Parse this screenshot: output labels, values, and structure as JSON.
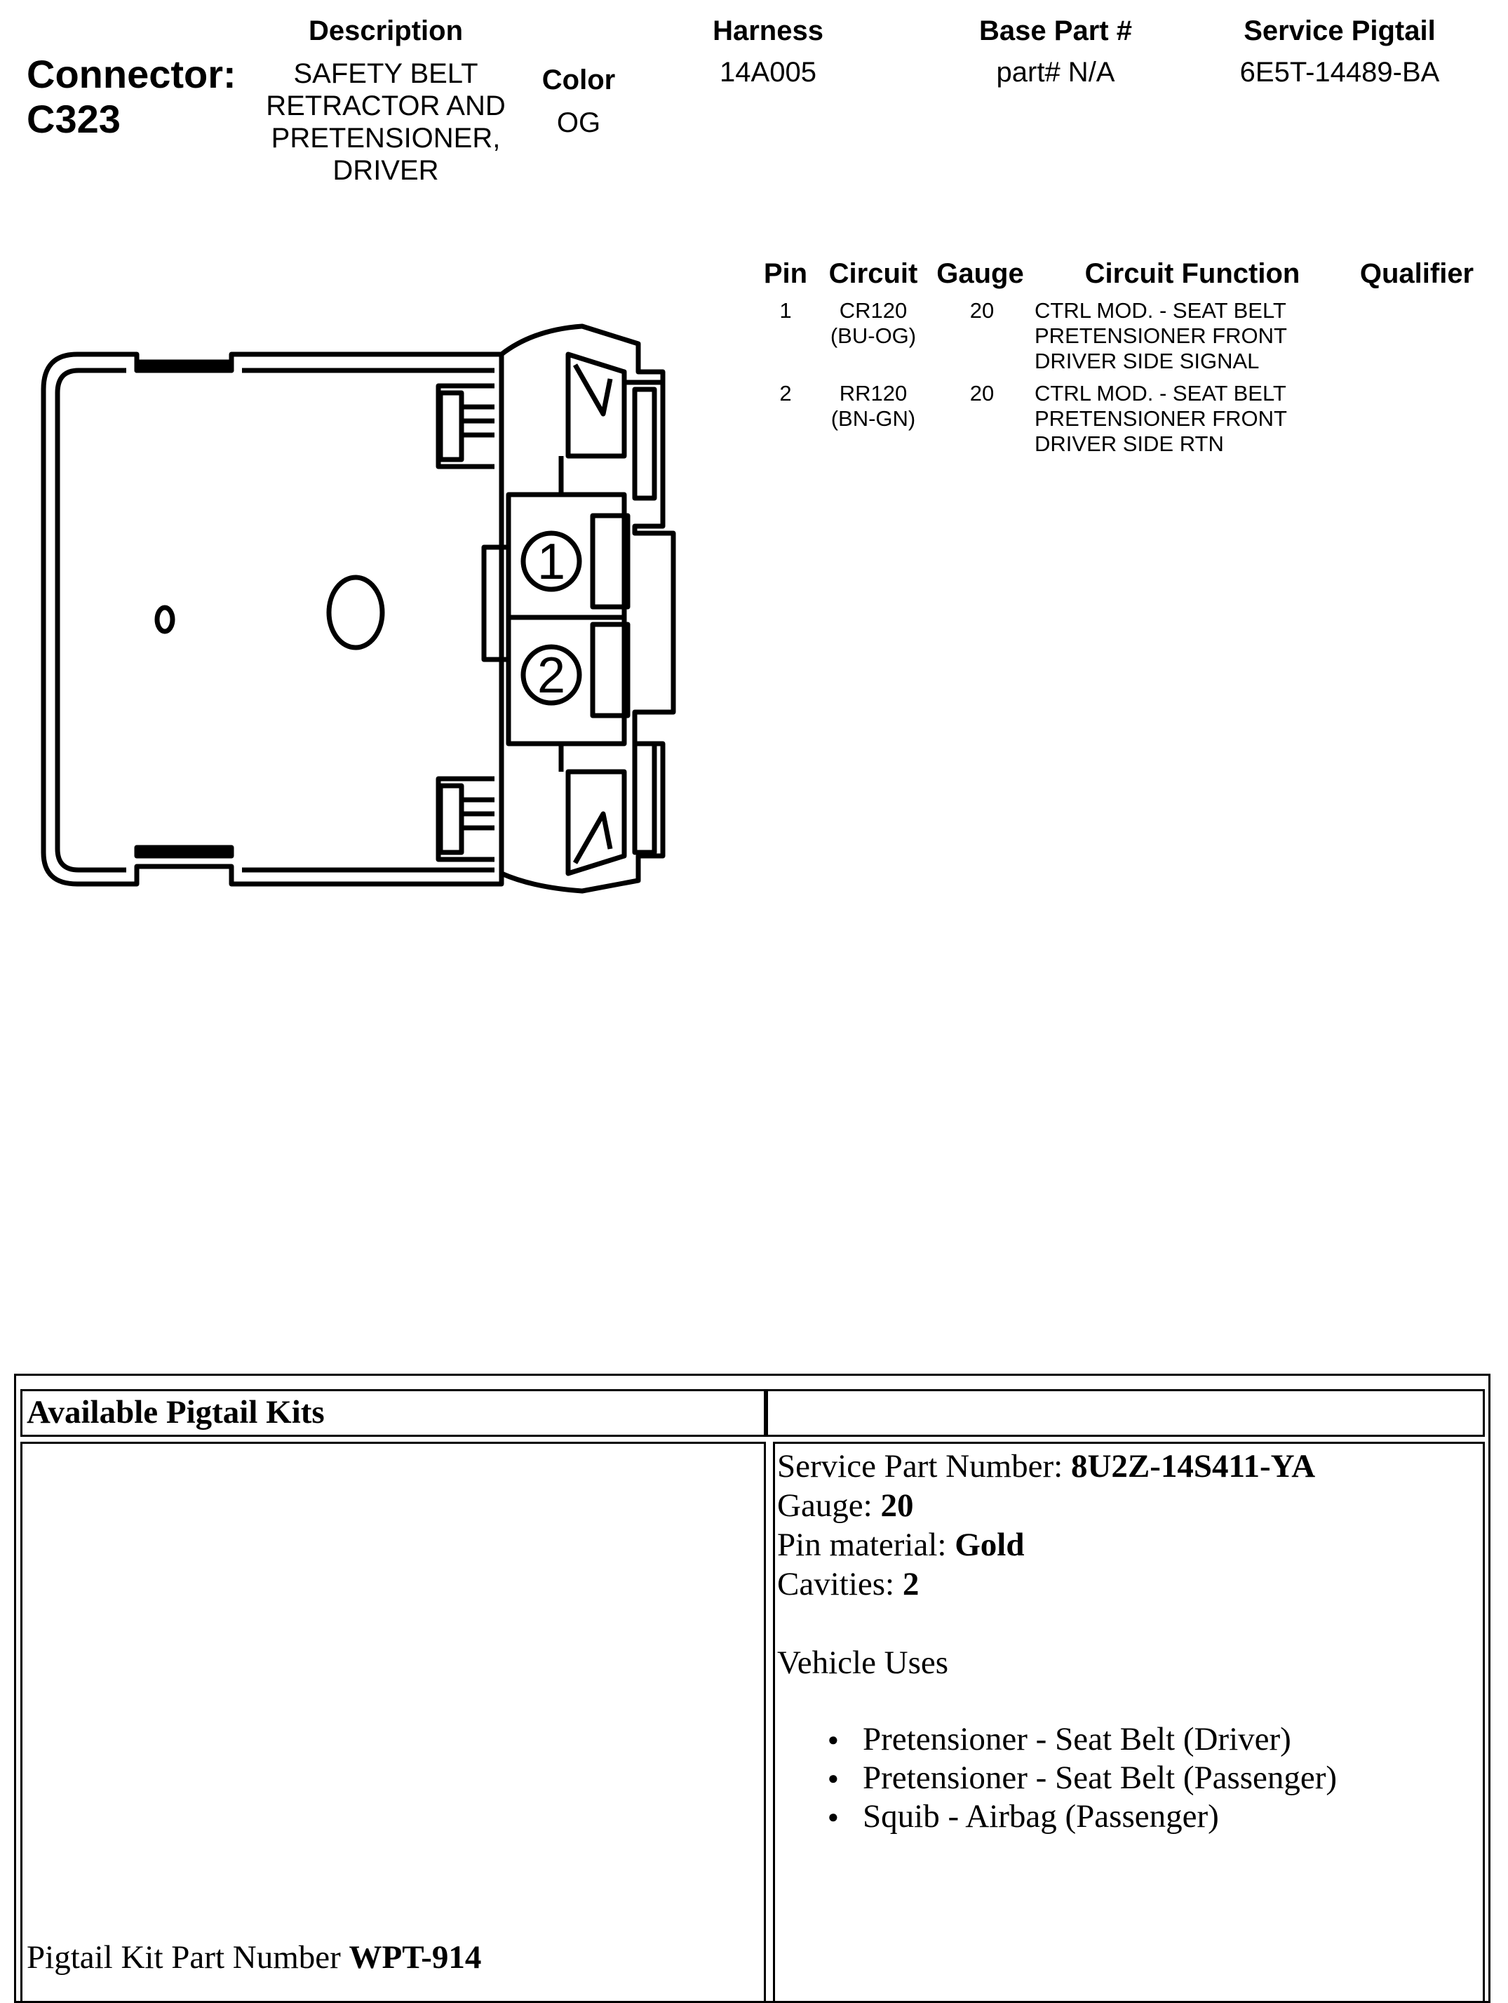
{
  "header": {
    "connector_label": "Connector:",
    "connector_id": "C323",
    "description_label": "Description",
    "description_lines": [
      "SAFETY BELT",
      "RETRACTOR AND",
      "PRETENSIONER,",
      "DRIVER"
    ],
    "color_label": "Color",
    "color_value": "OG",
    "harness_label": "Harness",
    "harness_value": "14A005",
    "base_part_label": "Base Part #",
    "base_part_value": "part# N/A",
    "service_pigtail_label": "Service Pigtail",
    "service_pigtail_value": "6E5T-14489-BA"
  },
  "pin_table": {
    "columns": [
      "Pin",
      "Circuit",
      "Gauge",
      "Circuit Function",
      "Qualifier"
    ],
    "rows": [
      {
        "pin": "1",
        "circuit": "CR120",
        "circuit_color": "(BU-OG)",
        "gauge": "20",
        "function_lines": [
          "CTRL MOD. - SEAT BELT",
          "PRETENSIONER FRONT",
          "DRIVER SIDE SIGNAL"
        ],
        "qualifier": ""
      },
      {
        "pin": "2",
        "circuit": "RR120",
        "circuit_color": "(BN-GN)",
        "gauge": "20",
        "function_lines": [
          "CTRL MOD. - SEAT BELT",
          "PRETENSIONER FRONT",
          "DRIVER SIDE RTN"
        ],
        "qualifier": ""
      }
    ]
  },
  "diagram": {
    "pin_labels": [
      "1",
      "2"
    ]
  },
  "pigtail": {
    "heading": "Available Pigtail Kits",
    "service_part_label": "Service Part Number: ",
    "service_part_value": "8U2Z-14S411-YA",
    "gauge_label": "Gauge: ",
    "gauge_value": "20",
    "pin_material_label": "Pin material: ",
    "pin_material_value": "Gold",
    "cavities_label": "Cavities: ",
    "cavities_value": "2",
    "vehicle_uses_label": "Vehicle Uses",
    "vehicle_uses": [
      "Pretensioner - Seat Belt (Driver)",
      "Pretensioner - Seat Belt (Passenger)",
      "Squib - Airbag (Passenger)"
    ],
    "kit_part_label": "Pigtail Kit Part Number ",
    "kit_part_value": "WPT-914"
  }
}
